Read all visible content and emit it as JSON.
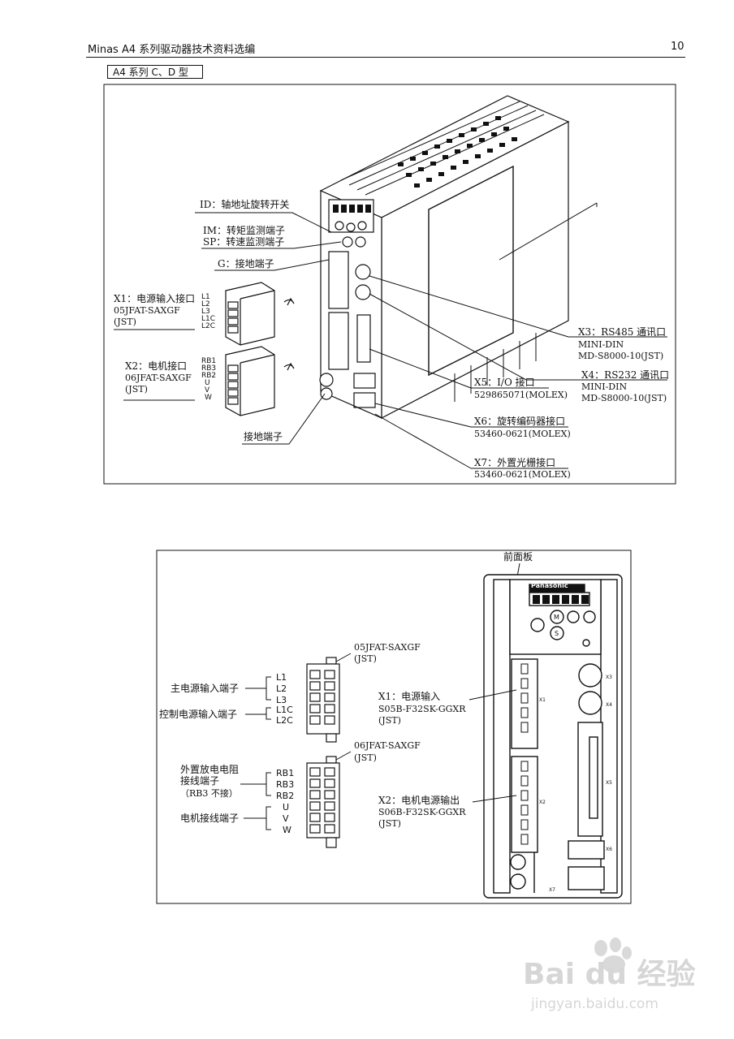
{
  "header": {
    "title": "Minas A4 系列驱动器技术资料选编",
    "page_number": "10"
  },
  "series_tag": "A4 系列   C、D 型",
  "figure1": {
    "labels": {
      "id_switch": "ID：轴地址旋转开关",
      "im_terminal": "IM：转矩监测端子",
      "sp_terminal": "SP：转速监测端子",
      "g_terminal": "G：接地端子",
      "x1_title": "X1：电源输入接口",
      "x1_part": "05JFAT-SAXGF",
      "x1_maker": "(JST)",
      "x2_title": "X2：电机接口",
      "x2_part": "06JFAT-SAXGF",
      "x2_maker": "(JST)",
      "ground": "接地端子",
      "x3_title": "X3：RS485 通讯口",
      "x3_type": "MINI-DIN",
      "x3_part": "MD-S8000-10(JST)",
      "x4_title": "X4：RS232 通讯口",
      "x4_type": "MINI-DIN",
      "x4_part": "MD-S8000-10(JST)",
      "x5_title": "X5：I/O 接口",
      "x5_part": "529865071(MOLEX)",
      "x6_title": "X6：旋转编码器接口",
      "x6_part": "53460-0621(MOLEX)",
      "x7_title": "X7：外置光栅接口",
      "x7_part": "53460-0621(MOLEX)"
    },
    "x1_pins": [
      "L1",
      "L2",
      "L3",
      "L1C",
      "L2C"
    ],
    "x2_pins": [
      "RB1",
      "RB3",
      "RB2",
      "U",
      "V",
      "W"
    ]
  },
  "figure2": {
    "labels": {
      "front_panel": "前面板",
      "conn1_part": "05JFAT-SAXGF",
      "conn1_maker": "(JST)",
      "main_power": "主电源输入端子",
      "control_power": "控制电源输入端子",
      "conn2_part": "06JFAT-SAXGF",
      "conn2_maker": "(JST)",
      "regen_line1": "外置放电电阻",
      "regen_line2": "接线端子",
      "regen_line3": "（RB3 不接）",
      "motor_terminal": "电机接线端子",
      "x1_title": "X1：电源输入",
      "x1_part": "S05B-F32SK-GGXR",
      "x1_maker": "(JST)",
      "x2_title": "X2：电机电源输出",
      "x2_part": "S06B-F32SK-GGXR",
      "x2_maker": "(JST)",
      "brand": "Panasonic",
      "x3_mark": "X3",
      "x4_mark": "X4",
      "x5_mark": "X5",
      "x6_mark": "X6",
      "x7_mark": "X7",
      "x1_mark": "X1",
      "x2_mark": "X2",
      "btn_m": "M",
      "btn_s": "S"
    },
    "conn1_pins": [
      "L1",
      "L2",
      "L3",
      "L1C",
      "L2C"
    ],
    "conn2_pins": [
      "RB1",
      "RB3",
      "RB2",
      "U",
      "V",
      "W"
    ]
  },
  "watermark": {
    "logo_text": "Bai du 经验",
    "url": "jingyan.baidu.com"
  }
}
